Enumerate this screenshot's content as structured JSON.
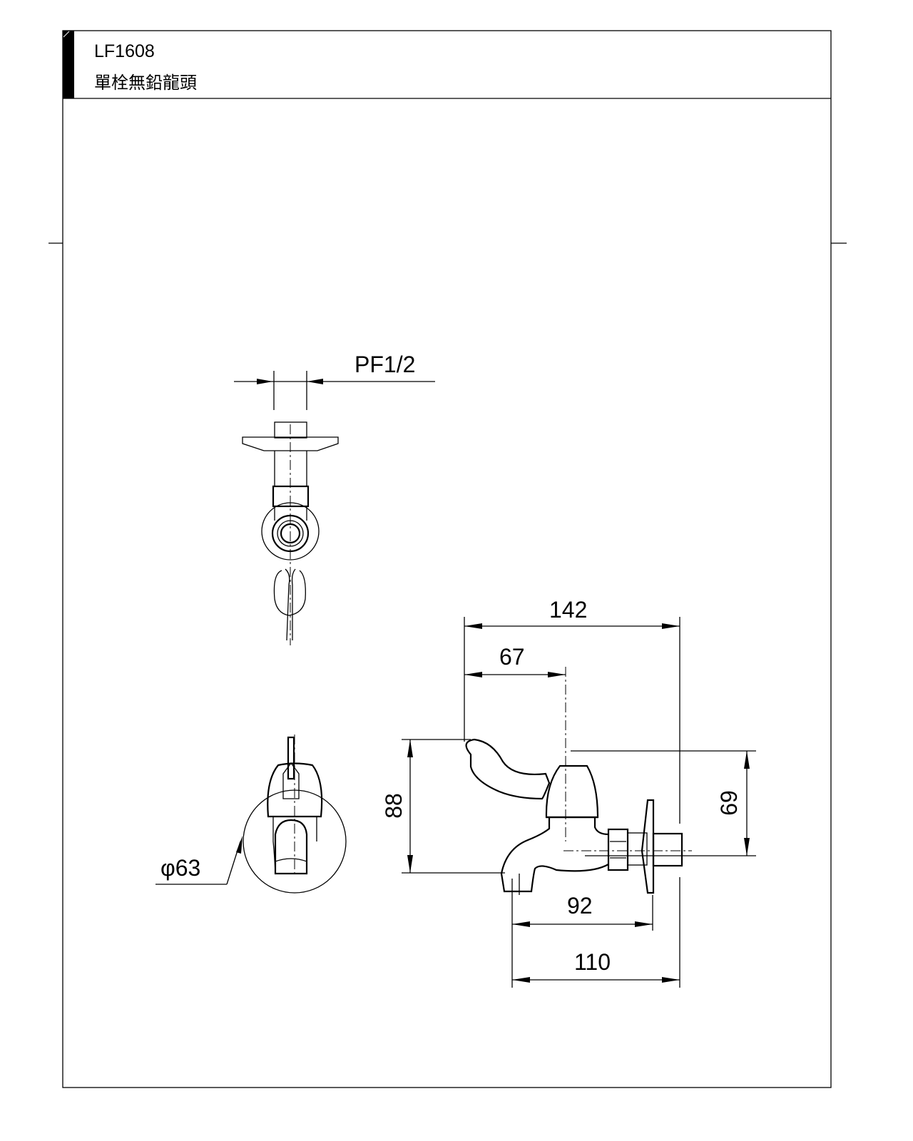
{
  "header": {
    "model": "LF1608",
    "name": "單栓無鉛龍頭"
  },
  "dimensions": {
    "thread": "PF1/2",
    "overall_length": "142",
    "handle_to_axis": "67",
    "overall_height": "88",
    "body_height": "69",
    "spout_to_flange": "92",
    "spout_to_end": "110",
    "flange_diameter": "φ63"
  }
}
